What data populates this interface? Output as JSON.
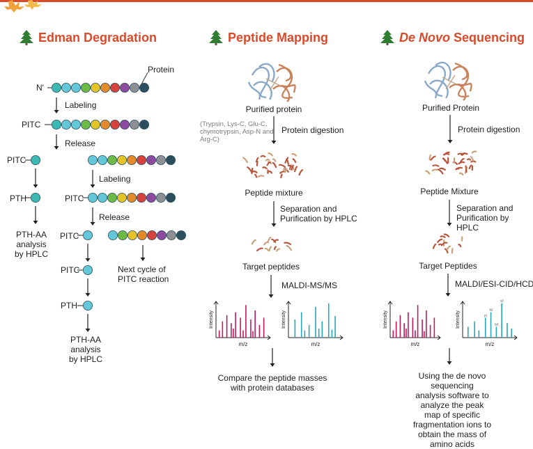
{
  "titles": {
    "edman": "Edman Degradation",
    "mapping": "Peptide Mapping",
    "denovo_italic": "De Novo",
    "denovo_rest": " Sequencing"
  },
  "edman": {
    "protein": "Protein",
    "n_term": "N'",
    "labeling": "Labeling",
    "release": "Release",
    "pitc": "PITC",
    "pth": "PTH",
    "pth_aa_analysis": "PTH-AA\nanalysis\nby HPLC",
    "next_cycle": "Next cycle of\nPITC reaction"
  },
  "mapping": {
    "purified_protein": "Purified protein",
    "enzymes": "(Trypsin, Lys-C, Glu-C, chymotrypsin, Asp-N and Arg-C)",
    "protein_digestion": "Protein digestion",
    "peptide_mixture": "Peptide mixture",
    "separation": "Separation and\nPurification by HPLC",
    "target_peptides": "Target peptides",
    "ms_method": "MALDI-MS/MS",
    "compare": "Compare the peptide masses\nwith protein databases"
  },
  "denovo": {
    "purified_protein": "Purified Protein",
    "protein_digestion": "Protein digestion",
    "peptide_mixture": "Peptide Mixture",
    "separation": "Separation and\nPurification by HPLC",
    "target_peptides": "Target Peptides",
    "ms_method": "MALDI/ESI-CID/HCD/ETD",
    "conclusion": "Using the de novo sequencing\nanalysis software to analyze the peak\nmap of specific fragmentation ions to\nobtain the mass  of amino acids"
  },
  "spectra": {
    "ylabel": "Intensity",
    "xlabel": "m/z",
    "peak_labels": [
      "y1",
      "b2",
      "b3",
      "y2"
    ]
  },
  "colors": {
    "accent": "#d94a2b",
    "tree": "#2e7d32",
    "spectrum_red": "#c2185b",
    "spectrum_teal": "#26a6b8",
    "bead_teal": "#3db9b3",
    "bead_cyan": "#63c7d8",
    "bead_green": "#6dbb45",
    "bead_yellow": "#e3c326",
    "bead_orange": "#e58a2a",
    "bead_red": "#d8423e",
    "bead_purple": "#8e4a9e",
    "bead_gray": "#8c8f93",
    "bead_dark": "#2b4f5e"
  }
}
